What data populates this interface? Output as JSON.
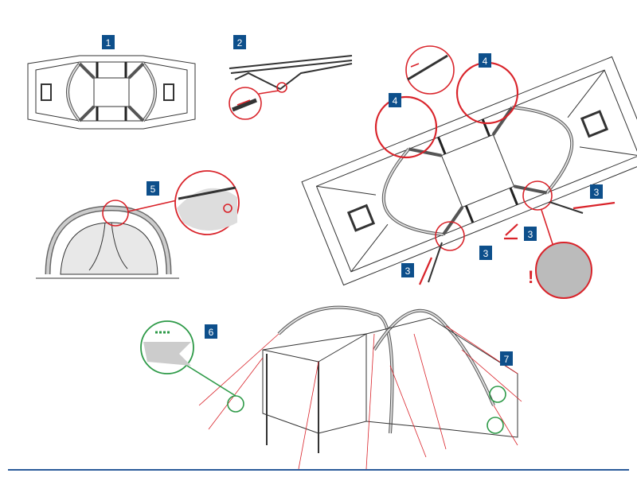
{
  "colors": {
    "badge": "#0d4f8b",
    "accent_red": "#d9232a",
    "accent_green": "#2e9a48",
    "footer_line": "#2a5b9a"
  },
  "steps": {
    "s1": "1",
    "s2": "2",
    "s3a": "3",
    "s3b": "3",
    "s3c": "3",
    "s3d": "3",
    "s4a": "4",
    "s4b": "4",
    "s5": "5",
    "s6": "6",
    "s7": "7"
  },
  "warning": "!"
}
